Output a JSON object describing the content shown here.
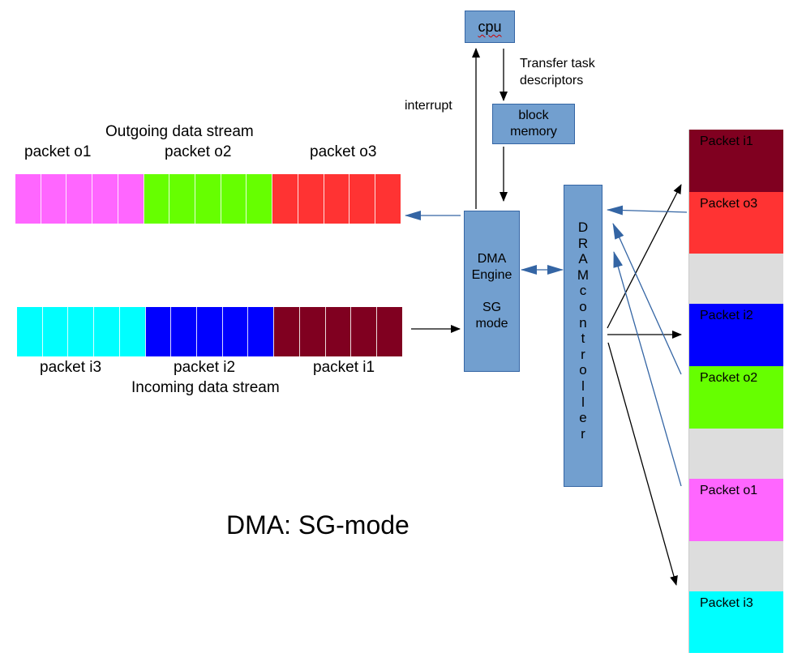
{
  "cpu": {
    "label": "cpu"
  },
  "transfer_label": [
    "Transfer task",
    "descriptors"
  ],
  "interrupt_label": "interrupt",
  "block_memory": {
    "lines": [
      "block",
      "memory"
    ]
  },
  "dma_engine": {
    "lines": [
      "DMA",
      "Engine",
      "SG",
      "mode"
    ]
  },
  "dram_controller": {
    "letters": [
      "D",
      "R",
      "A",
      "M",
      "c",
      "o",
      "n",
      "t",
      "r",
      "o",
      "l",
      "l",
      "e",
      "r"
    ]
  },
  "outgoing": {
    "title": "Outgoing data stream",
    "packets": [
      {
        "label": "packet o1",
        "color": "#ff66ff"
      },
      {
        "label": "packet o2",
        "color": "#66ff00"
      },
      {
        "label": "packet o3",
        "color": "#ff3333"
      }
    ]
  },
  "incoming": {
    "title": "Incoming data stream",
    "packets": [
      {
        "label": "packet i3",
        "color": "#00ffff"
      },
      {
        "label": "packet i2",
        "color": "#0000ff"
      },
      {
        "label": "packet i1",
        "color": "#800020"
      }
    ]
  },
  "memory_blocks": [
    {
      "label": "Packet i1",
      "color": "#800020"
    },
    {
      "label": "Packet o3",
      "color": "#ff3333"
    },
    {
      "label": "",
      "color": "#dddddd"
    },
    {
      "label": "Packet i2",
      "color": "#0000ff"
    },
    {
      "label": "Packet o2",
      "color": "#66ff00"
    },
    {
      "label": "",
      "color": "#dddddd"
    },
    {
      "label": "Packet o1",
      "color": "#ff66ff"
    },
    {
      "label": "",
      "color": "#dddddd"
    },
    {
      "label": "Packet i3",
      "color": "#00ffff"
    }
  ],
  "main_title": "DMA: SG-mode",
  "colors": {
    "box_fill": "#729fcf",
    "box_border": "#3465a4",
    "blue_arrow": "#3465a4",
    "black_arrow": "#000000"
  }
}
